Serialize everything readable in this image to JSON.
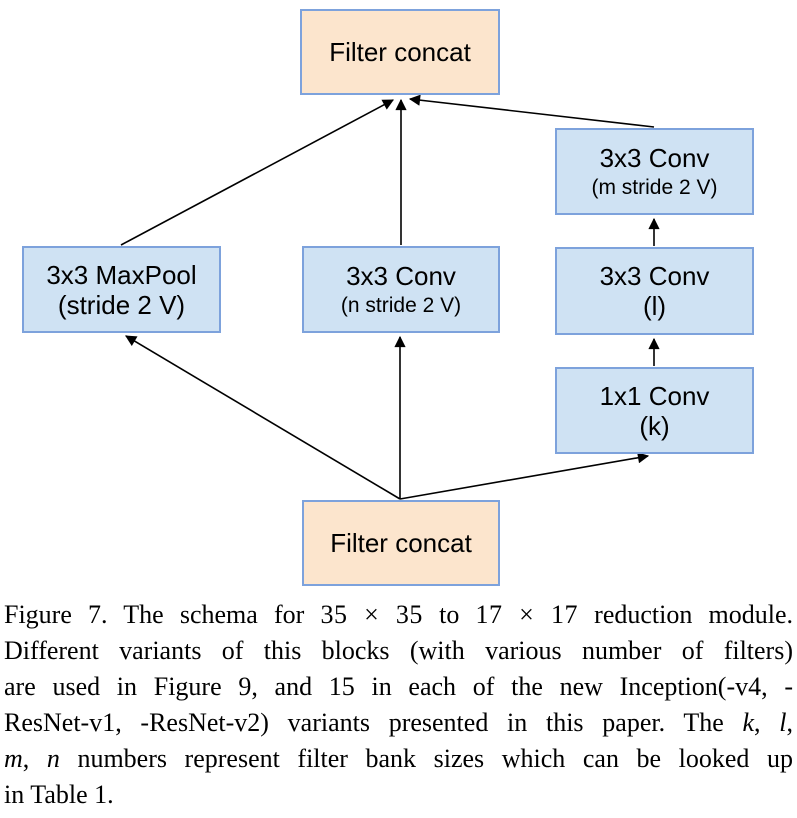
{
  "diagram": {
    "nodes": {
      "top_concat": {
        "label": "Filter concat"
      },
      "conv_m": {
        "line1": "3x3 Conv",
        "line2": "(m stride 2 V)"
      },
      "conv_l": {
        "line1": "3x3 Conv",
        "line2": "(l)"
      },
      "conv_k": {
        "line1": "1x1 Conv",
        "line2": "(k)"
      },
      "maxpool": {
        "line1": "3x3 MaxPool",
        "line2": "(stride 2 V)"
      },
      "conv_n": {
        "line1": "3x3 Conv",
        "line2": "(n stride 2 V)"
      },
      "bottom_concat": {
        "label": "Filter concat"
      }
    },
    "colors": {
      "concat_fill": "#fce5cd",
      "conv_fill": "#cfe2f3",
      "border": "#7da2dc",
      "arrow": "#000000"
    }
  },
  "caption": {
    "lines": [
      {
        "segments": [
          {
            "t": "Figure 7. The schema for "
          },
          {
            "t": "35 × 35",
            "math": true
          },
          {
            "t": " to "
          },
          {
            "t": "17 × 17",
            "math": true
          },
          {
            "t": " reduction module."
          }
        ]
      },
      {
        "segments": [
          {
            "t": "Different variants of this blocks (with various number of filters)"
          }
        ]
      },
      {
        "segments": [
          {
            "t": "are used in Figure 9, and 15 in each of the new Inception(-v4, -"
          }
        ]
      },
      {
        "segments": [
          {
            "t": "ResNet-v1, -ResNet-v2) variants presented in this paper. The "
          },
          {
            "t": "k",
            "italic": true
          },
          {
            "t": ", "
          },
          {
            "t": "l",
            "italic": true
          },
          {
            "t": ","
          }
        ]
      },
      {
        "segments": [
          {
            "t": "m",
            "italic": true
          },
          {
            "t": ", "
          },
          {
            "t": "n",
            "italic": true
          },
          {
            "t": " numbers represent filter bank sizes which can be looked up"
          }
        ]
      },
      {
        "segments": [
          {
            "t": "in Table 1."
          }
        ]
      }
    ]
  }
}
